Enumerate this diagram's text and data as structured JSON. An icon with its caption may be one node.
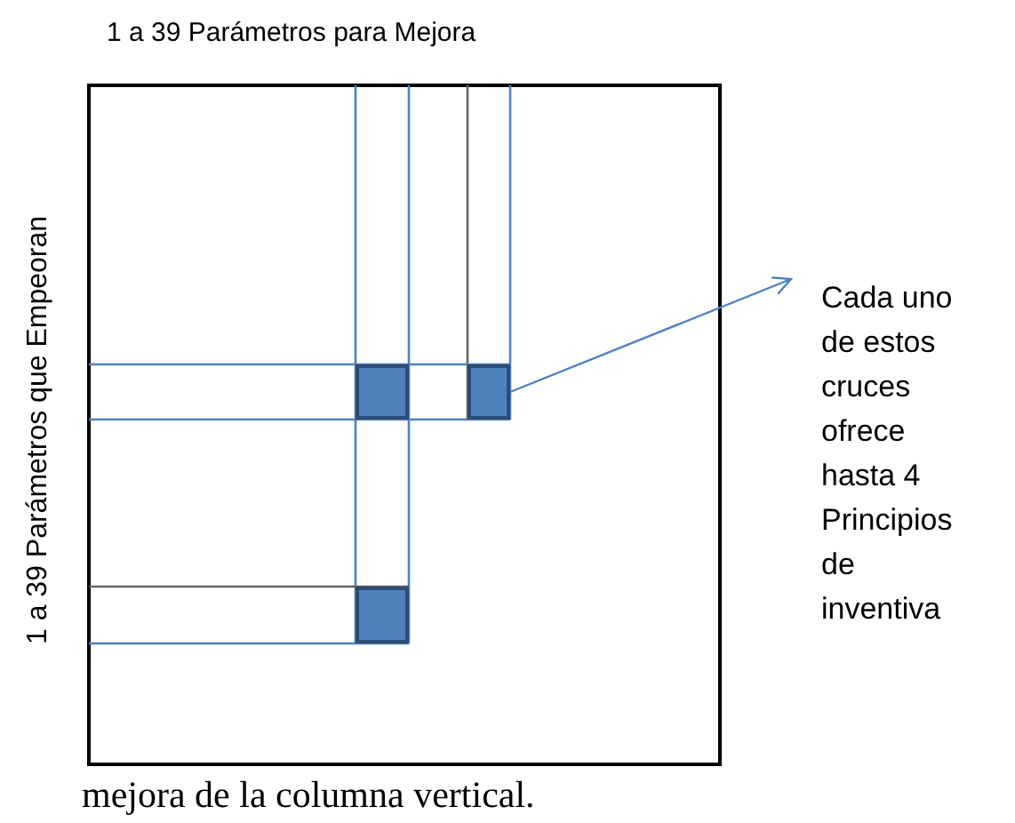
{
  "diagram": {
    "nodes": [
      {
        "text": [],
        "shape": "box"
      },
      {
        "text": [],
        "shape": "box"
      },
      {
        "text": [],
        "shape": "box"
      },
      {
        "text": [
          "Cada uno de estos cruces ofrece hasta 4 Principios de inventiva"
        ]
      }
    ],
    "edges": [
      {
        "from": 1,
        "to": 3,
        "arrow": "to"
      }
    ],
    "labels": [
      "1 a 39 Parámetros para Mejora",
      "1 a 39 Parámetros que Empeoran",
      "mejora de la columna vertical."
    ]
  }
}
